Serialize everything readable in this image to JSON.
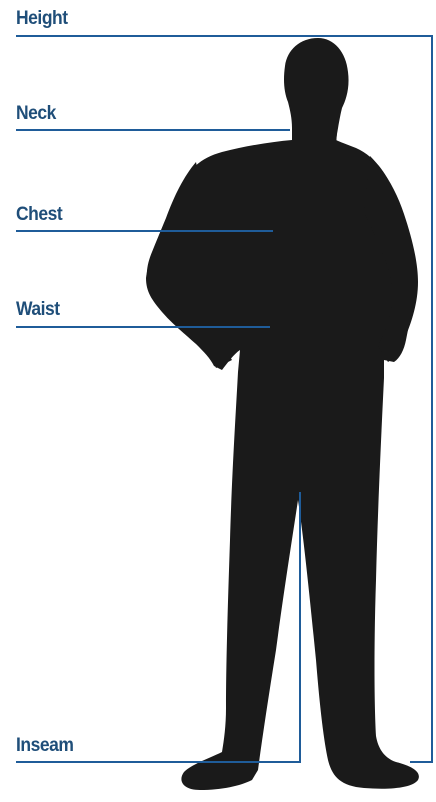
{
  "labels": {
    "height": "Height",
    "neck": "Neck",
    "chest": "Chest",
    "waist": "Waist",
    "inseam": "Inseam"
  },
  "colors": {
    "line": "#1f5c99",
    "label": "#1f4e79",
    "silhouette": "#1a1a1a"
  }
}
